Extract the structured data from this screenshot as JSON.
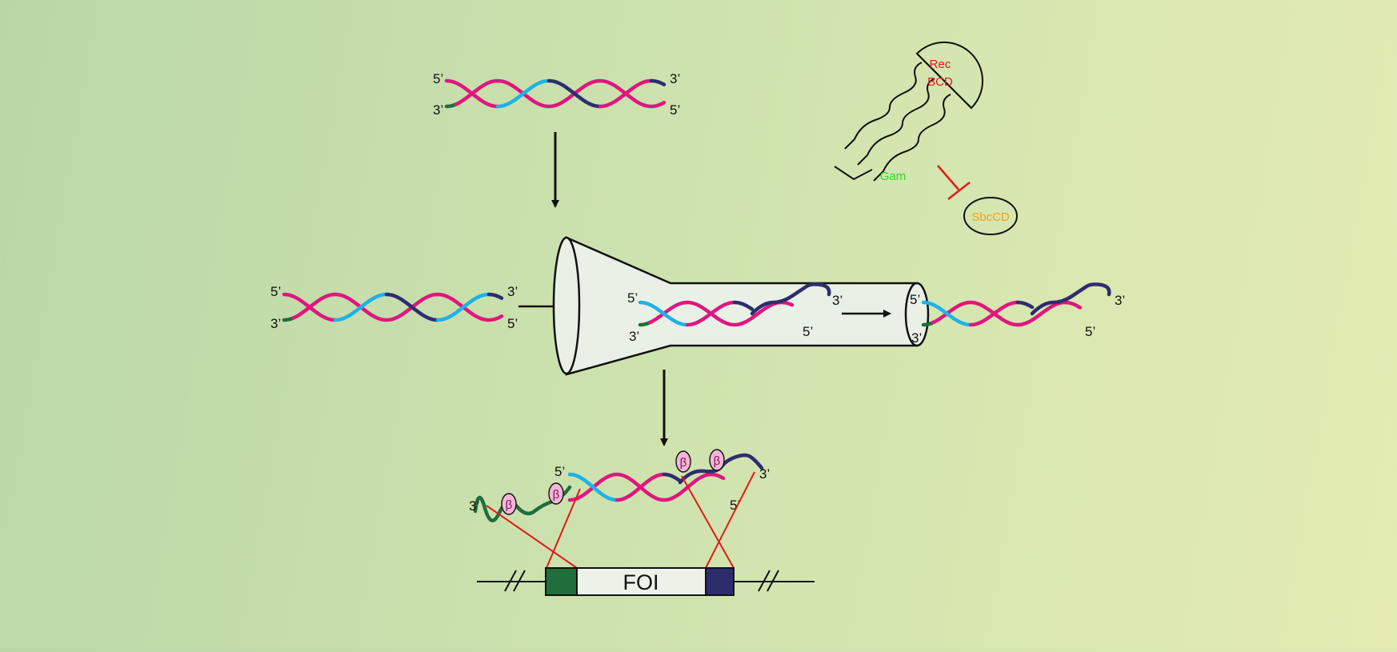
{
  "colors": {
    "cyan": "#1fb2e6",
    "magenta": "#e0167f",
    "navy": "#2d2d6e",
    "green": "#1f6e3c",
    "red": "#e01b1b",
    "gam_green": "#22dd22",
    "sbccd_orange": "#f0a020",
    "tube_fill": "#e9f1e6",
    "ink": "#111111"
  },
  "labels": {
    "five_prime": "5’",
    "three_prime": "3’",
    "rec_line1": "Rec",
    "rec_line2": "BCD",
    "gam": "Gam",
    "sbccd": "SbcCD",
    "foi": "FOI",
    "beta": "β"
  },
  "icons": {
    "recbcd": "jellyfish-enzyme-icon",
    "inhibition": "inhibition-bar-icon",
    "beta_protein": "beta-protein-oval-icon",
    "break_marks": "double-slash-break-icon"
  }
}
